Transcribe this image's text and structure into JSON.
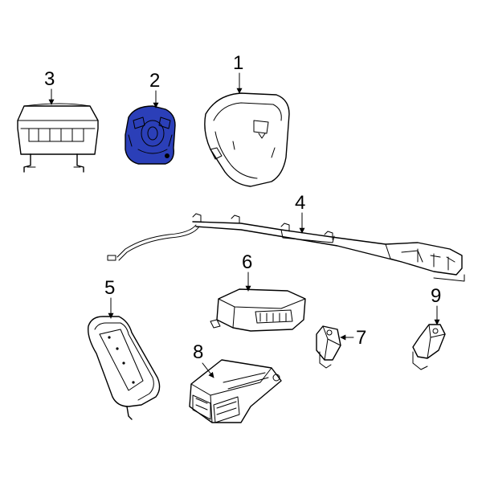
{
  "callouts": {
    "p1": "1",
    "p2": "2",
    "p3": "3",
    "p4": "4",
    "p5": "5",
    "p6": "6",
    "p7": "7",
    "p8": "8",
    "p9": "9"
  },
  "colors": {
    "highlight": "#2b3fb8",
    "line": "#000000",
    "background": "#ffffff"
  }
}
